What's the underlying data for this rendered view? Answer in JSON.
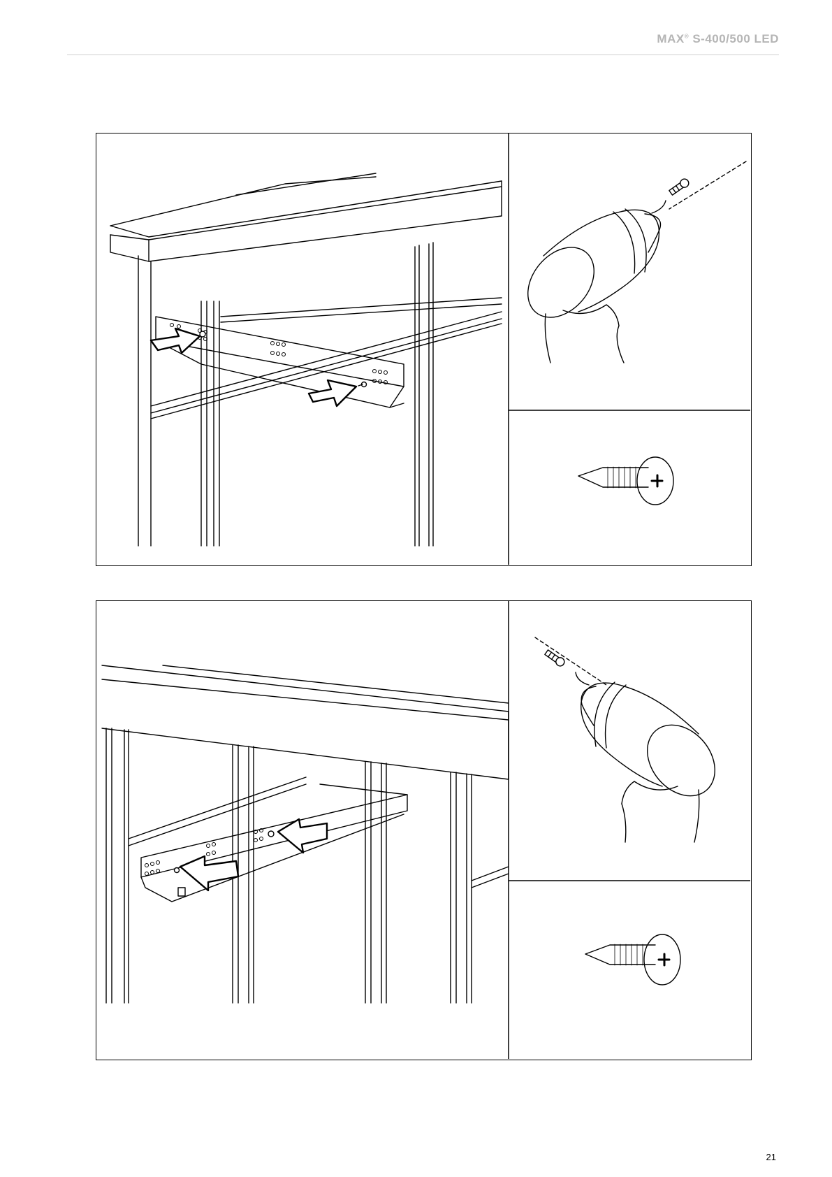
{
  "header": {
    "title_main": "MAX",
    "title_reg": "®",
    "title_model": " S-400/500 LED"
  },
  "page": {
    "number": "21"
  },
  "steps": [
    {
      "icons": [
        "drill-icon",
        "screw-icon",
        "arrow-icon"
      ]
    },
    {
      "icons": [
        "drill-icon",
        "screw-icon",
        "arrow-icon"
      ]
    }
  ]
}
